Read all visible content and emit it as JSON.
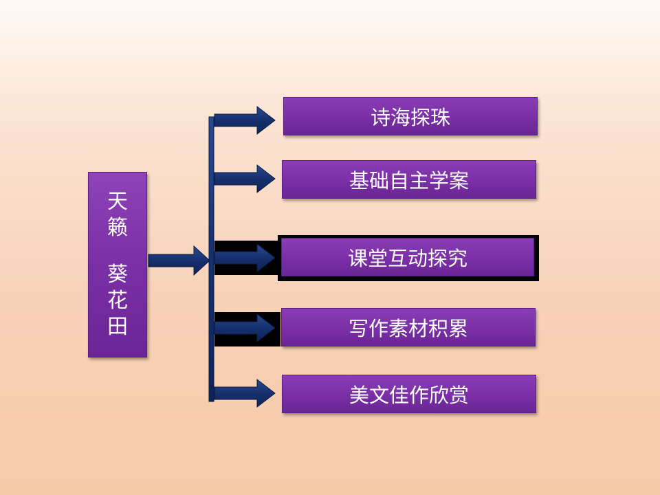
{
  "diagram": {
    "title_lines_top": [
      "天",
      "籁"
    ],
    "title_lines_bottom": [
      "葵",
      "花",
      "田"
    ],
    "items": [
      {
        "label": "诗海探珠"
      },
      {
        "label": "基础自主学案"
      },
      {
        "label": "课堂互动探究"
      },
      {
        "label": "写作素材积累"
      },
      {
        "label": "美文佳作欣赏"
      }
    ],
    "colors": {
      "box_purple": "#7a2fa6",
      "arrow_navy": "#1b2f6b",
      "text": "#ffffff"
    }
  }
}
